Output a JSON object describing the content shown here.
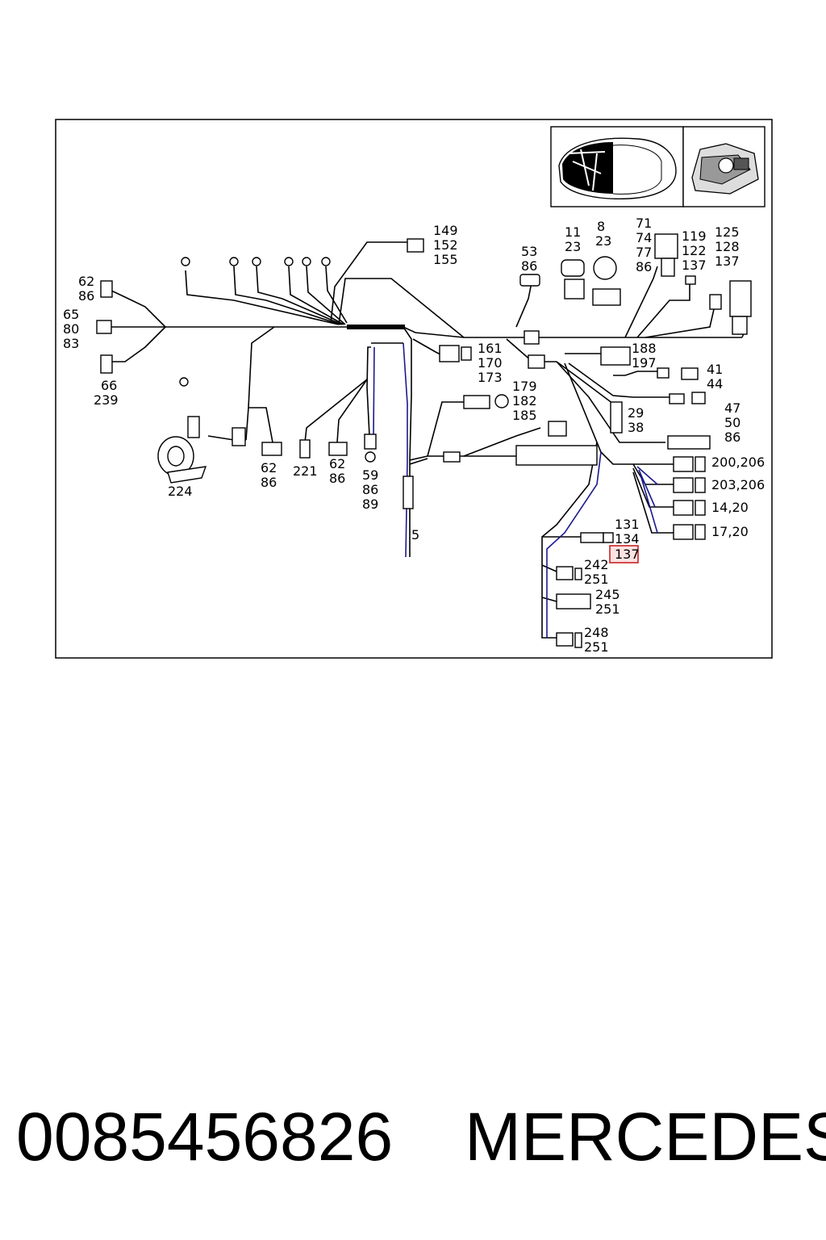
{
  "diagram": {
    "labels": {
      "l1": [
        "62",
        "86"
      ],
      "l2": [
        "65",
        "80",
        "83"
      ],
      "l3": [
        "66",
        "239"
      ],
      "l4": [
        "149",
        "152",
        "155"
      ],
      "l5": [
        "53",
        "86"
      ],
      "l6": [
        "11",
        "23"
      ],
      "l7": [
        "8",
        "23"
      ],
      "l8": [
        "71",
        "74",
        "77",
        "86"
      ],
      "l9": [
        "119",
        "122",
        "137"
      ],
      "l10": [
        "125",
        "128",
        "137"
      ],
      "l11": [
        "161",
        "170",
        "173"
      ],
      "l12": [
        "188",
        "197"
      ],
      "l13": [
        "41",
        "44"
      ],
      "l14": [
        "179",
        "182",
        "185"
      ],
      "l15": [
        "29",
        "38"
      ],
      "l16": [
        "47",
        "50",
        "86"
      ],
      "l17": "200,206",
      "l18": "203,206",
      "l19": "14,20",
      "l20": "17,20",
      "l21": [
        "131",
        "134",
        "137"
      ],
      "l22": [
        "242",
        "251"
      ],
      "l23": [
        "245",
        "251"
      ],
      "l24": [
        "248",
        "251"
      ],
      "l25": [
        "62",
        "86"
      ],
      "l26": "221",
      "l27": [
        "62",
        "86"
      ],
      "l28": [
        "59",
        "86",
        "89"
      ],
      "l29": "5",
      "l30": "224"
    },
    "highlight": "137"
  },
  "footer": {
    "part_number": "0085456826",
    "brand": "MERCEDES"
  }
}
